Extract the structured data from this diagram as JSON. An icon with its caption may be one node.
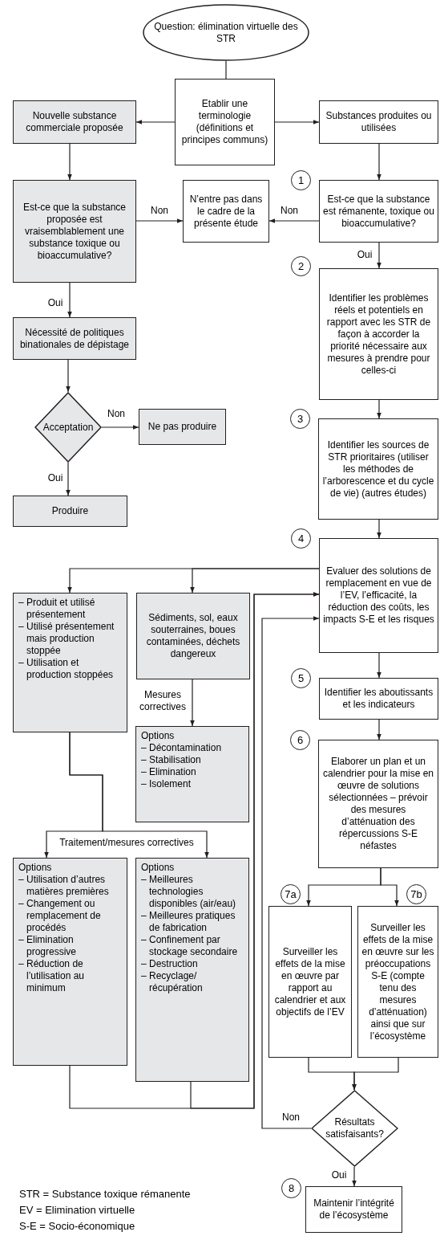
{
  "diagram": {
    "nodes": [
      {
        "text": [
          "Question: élimination virtuelle des STR"
        ]
      },
      {
        "text": [
          "Etablir une terminologie (définitions et principes communs)"
        ]
      },
      {
        "text": [
          "Nouvelle substance commerciale proposée"
        ]
      },
      {
        "text": [
          "Substances produites ou utilisées"
        ]
      },
      {
        "text": [
          "Est-ce que la substance proposée est vraisemblablement une substance toxique ou bioaccumulative?"
        ]
      },
      {
        "text": [
          "N’entre pas dans le cadre de la présente étude"
        ]
      },
      {
        "text": [
          "Est-ce que la substance est rémanente, toxique ou bioaccumulative?"
        ],
        "beside": [
          "1"
        ]
      },
      {
        "text": [
          "Nécessité de politiques binationales de dépistage"
        ]
      },
      {
        "text": [
          "Acceptation"
        ]
      },
      {
        "text": [
          "Ne pas produire"
        ]
      },
      {
        "text": [
          "Produire"
        ]
      },
      {
        "text": [
          "Identifier les problèmes réels et potentiels en rapport avec les STR de façon à accorder la priorité nécessaire aux mesures à prendre pour celles-ci"
        ],
        "beside": [
          "2"
        ]
      },
      {
        "text": [
          "Identifier les sources de STR prioritaires (utiliser les méthodes de l’arborescence et du cycle de vie) (autres études)"
        ],
        "beside": [
          "3"
        ]
      },
      {
        "text": [
          "Evaluer des solutions de remplacement en vue de l’EV, l’efficacité, la réduction des coûts, les impacts S-E et les risques"
        ],
        "beside": [
          "4"
        ]
      },
      {
        "text": [
          "– Produit et utilisé présentement",
          "– Utilisé présentement mais production stoppée",
          "– Utilisation et production stoppées"
        ]
      },
      {
        "text": [
          "Sédiments, sol, eaux souterraines, boues contaminées, déchets dangereux"
        ]
      },
      {
        "text": [
          "Options",
          "– Décontamination",
          "– Stabilisation",
          "– Elimination",
          "– Isolement"
        ]
      },
      {
        "text": [
          "Identifier les aboutissants et les indicateurs"
        ],
        "beside": [
          "5"
        ]
      },
      {
        "text": [
          "Elaborer un plan et un calendrier pour la mise en œuvre de solutions sélectionnées – prévoir des mesures d’atténuation des répercussions S-E néfastes"
        ],
        "beside": [
          "6"
        ]
      },
      {
        "text": [
          "Options",
          "– Utilisation d’autres matières premières",
          "– Changement ou remplacement de procédés",
          "– Elimination progressive",
          "– Réduction de l’utilisation au minimum"
        ]
      },
      {
        "text": [
          "Options",
          "– Meilleures technologies disponibles (air/eau)",
          "– Meilleures pratiques de fabrication",
          "– Confinement par stockage secondaire",
          "– Destruction",
          "– Recyclage/ récupération"
        ]
      },
      {
        "text": [
          "Surveiller les effets de la mise en œuvre par rapport au calendrier et aux objectifs de l’EV"
        ],
        "beside": [
          "7a"
        ]
      },
      {
        "text": [
          "Surveiller les effets de la mise en œuvre sur les préoccupations S-E (compte tenu des mesures d’atténuation) ainsi que sur l’écosystème"
        ],
        "beside": [
          "7b"
        ]
      },
      {
        "text": [
          "Résultats satisfaisants?"
        ]
      },
      {
        "text": [
          "Maintenir l’intégrité de l’écosystème"
        ],
        "beside": [
          "8"
        ]
      }
    ],
    "edges": [
      {
        "from": 0,
        "to": 1,
        "arrow": "none"
      },
      {
        "from": 1,
        "to": 2,
        "arrow": "to"
      },
      {
        "from": 1,
        "to": 3,
        "arrow": "to"
      },
      {
        "from": 2,
        "to": 4,
        "arrow": "to"
      },
      {
        "from": 3,
        "to": 6,
        "arrow": "to"
      },
      {
        "from": 4,
        "to": 5,
        "arrow": "to",
        "label": "Non"
      },
      {
        "from": 6,
        "to": 5,
        "arrow": "to",
        "label": "Non"
      },
      {
        "from": 6,
        "to": 11,
        "arrow": "to",
        "label": "Oui"
      },
      {
        "from": 4,
        "to": 7,
        "arrow": "to",
        "label": "Oui"
      },
      {
        "from": 7,
        "to": 8,
        "arrow": "to"
      },
      {
        "from": 8,
        "to": 9,
        "arrow": "to",
        "label": "Non"
      },
      {
        "from": 8,
        "to": 10,
        "arrow": "to",
        "label": "Oui"
      },
      {
        "from": 11,
        "to": 12,
        "arrow": "to"
      },
      {
        "from": 12,
        "to": 13,
        "arrow": "to"
      },
      {
        "from": 13,
        "to": 14,
        "arrow": "to"
      },
      {
        "from": 13,
        "to": 15,
        "arrow": "to"
      },
      {
        "from": 15,
        "to": 16,
        "arrow": "to",
        "label": "Mesures correctives"
      },
      {
        "from": 14,
        "to": 19,
        "arrow": "to",
        "label": "Traitement/mesures correctives"
      },
      {
        "from": 14,
        "to": 20,
        "arrow": "to"
      },
      {
        "from": 13,
        "to": 17,
        "arrow": "to"
      },
      {
        "from": 17,
        "to": 18,
        "arrow": "to"
      },
      {
        "from": 18,
        "to": 21,
        "arrow": "to"
      },
      {
        "from": 18,
        "to": 22,
        "arrow": "to"
      },
      {
        "from": 19,
        "to": 13,
        "arrow": "to"
      },
      {
        "from": 20,
        "to": 13,
        "arrow": "to"
      },
      {
        "from": 21,
        "to": 23,
        "arrow": "to"
      },
      {
        "from": 22,
        "to": 23,
        "arrow": "to"
      },
      {
        "from": 23,
        "to": 13,
        "arrow": "to",
        "label": "Non"
      },
      {
        "from": 23,
        "to": 24,
        "arrow": "to",
        "label": "Oui"
      }
    ],
    "labels": [
      "STR = Substance toxique rémanente",
      "EV = Elimination virtuelle",
      "S-E = Socio-économique"
    ]
  }
}
